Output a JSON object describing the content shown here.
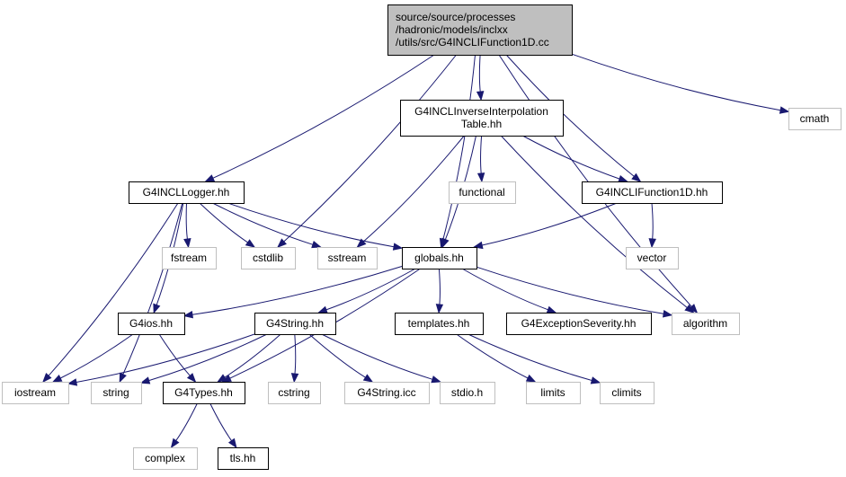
{
  "diagram": {
    "title_lines": [
      "source/source/processes",
      "/hadronic/models/inclxx",
      "/utils/src/G4INCLIFunction1D.cc"
    ],
    "nodes": {
      "root": [
        "source/source/processes",
        "/hadronic/models/inclxx",
        "/utils/src/G4INCLIFunction1D.cc"
      ],
      "invinterp": [
        "G4INCLInverseInterpolation",
        "Table.hh"
      ],
      "cmath": [
        "cmath"
      ],
      "logger": [
        "G4INCLLogger.hh"
      ],
      "functional": [
        "functional"
      ],
      "ifunction": [
        "G4INCLIFunction1D.hh"
      ],
      "fstream": [
        "fstream"
      ],
      "cstdlib": [
        "cstdlib"
      ],
      "sstream": [
        "sstream"
      ],
      "globals": [
        "globals.hh"
      ],
      "vector": [
        "vector"
      ],
      "g4ios": [
        "G4ios.hh"
      ],
      "g4string": [
        "G4String.hh"
      ],
      "templates": [
        "templates.hh"
      ],
      "g4exc": [
        "G4ExceptionSeverity.hh"
      ],
      "algorithm": [
        "algorithm"
      ],
      "iostream": [
        "iostream"
      ],
      "string": [
        "string"
      ],
      "g4types": [
        "G4Types.hh"
      ],
      "cstring": [
        "cstring"
      ],
      "g4stringicc": [
        "G4String.icc"
      ],
      "stdio": [
        "stdio.h"
      ],
      "limits": [
        "limits"
      ],
      "climits": [
        "climits"
      ],
      "complex": [
        "complex"
      ],
      "tls": [
        "tls.hh"
      ]
    },
    "node_kinds": {
      "root": "root",
      "local": [
        "invinterp",
        "logger",
        "ifunction",
        "globals",
        "g4ios",
        "g4string",
        "templates",
        "g4exc",
        "g4types",
        "tls"
      ],
      "system": [
        "cmath",
        "functional",
        "fstream",
        "cstdlib",
        "sstream",
        "vector",
        "algorithm",
        "iostream",
        "string",
        "cstring",
        "g4stringicc",
        "stdio",
        "limits",
        "climits",
        "complex"
      ]
    },
    "edges": [
      [
        "root",
        "invinterp"
      ],
      [
        "root",
        "cmath"
      ],
      [
        "root",
        "logger"
      ],
      [
        "root",
        "cstdlib"
      ],
      [
        "root",
        "globals"
      ],
      [
        "root",
        "ifunction"
      ],
      [
        "root",
        "algorithm"
      ],
      [
        "invinterp",
        "functional"
      ],
      [
        "invinterp",
        "ifunction"
      ],
      [
        "invinterp",
        "sstream"
      ],
      [
        "invinterp",
        "globals"
      ],
      [
        "invinterp",
        "algorithm"
      ],
      [
        "logger",
        "fstream"
      ],
      [
        "logger",
        "cstdlib"
      ],
      [
        "logger",
        "sstream"
      ],
      [
        "logger",
        "globals"
      ],
      [
        "logger",
        "g4ios"
      ],
      [
        "logger",
        "iostream"
      ],
      [
        "logger",
        "string"
      ],
      [
        "ifunction",
        "vector"
      ],
      [
        "ifunction",
        "globals"
      ],
      [
        "globals",
        "g4ios"
      ],
      [
        "globals",
        "g4string"
      ],
      [
        "globals",
        "templates"
      ],
      [
        "globals",
        "g4exc"
      ],
      [
        "globals",
        "algorithm"
      ],
      [
        "globals",
        "g4types"
      ],
      [
        "g4ios",
        "iostream"
      ],
      [
        "g4ios",
        "g4types"
      ],
      [
        "g4string",
        "iostream"
      ],
      [
        "g4string",
        "string"
      ],
      [
        "g4string",
        "g4types"
      ],
      [
        "g4string",
        "cstring"
      ],
      [
        "g4string",
        "g4stringicc"
      ],
      [
        "g4string",
        "stdio"
      ],
      [
        "templates",
        "limits"
      ],
      [
        "templates",
        "climits"
      ],
      [
        "g4types",
        "complex"
      ],
      [
        "g4types",
        "tls"
      ]
    ],
    "colors": {
      "edge": "#191970",
      "root_fill": "#bfbfbf",
      "system_border": "#bfbfbf",
      "local_border": "#000000"
    }
  }
}
